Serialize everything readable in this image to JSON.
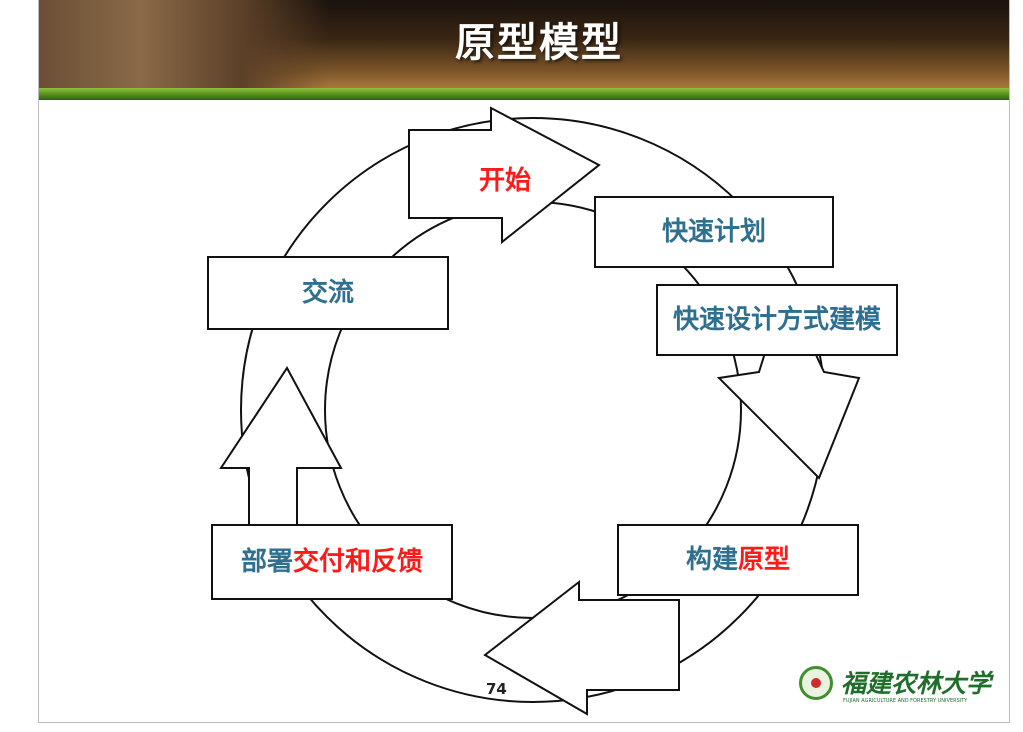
{
  "slide": {
    "title": "原型模型",
    "page_number": "74"
  },
  "diagram": {
    "start": "开始",
    "steps": [
      {
        "id": "quick-plan",
        "label": "快速计划"
      },
      {
        "id": "quick-design",
        "label": "快速设计方式建模"
      },
      {
        "id": "build",
        "label_blue": "构建",
        "label_red": "原型"
      },
      {
        "id": "deploy",
        "label_blue": "部署",
        "label_red": "交付和反馈"
      },
      {
        "id": "communicate",
        "label": "交流"
      }
    ]
  },
  "logo": {
    "name": "福建农林大学",
    "subtitle": "FUJIAN AGRICULTURE AND FORESTRY UNIVERSITY"
  },
  "colors": {
    "step_text": "#2f6f8f",
    "highlight": "#ff1a1a",
    "header_band": "#4f8c1a"
  }
}
